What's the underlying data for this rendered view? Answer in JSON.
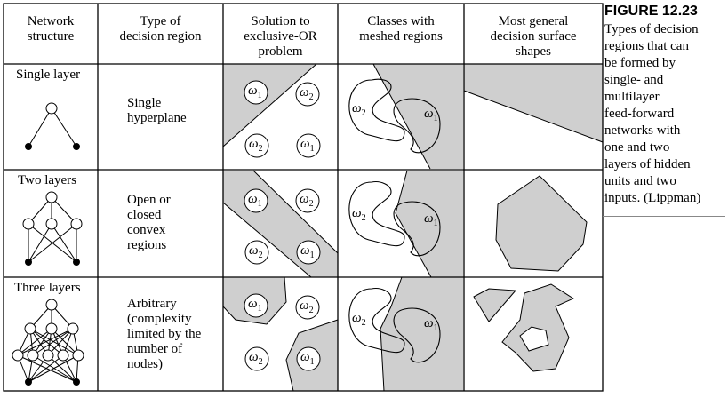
{
  "headers": {
    "network_structure": [
      "Network",
      "structure"
    ],
    "decision_region": [
      "Type of",
      "decision region"
    ],
    "xor": [
      "Solution to",
      "exclusive-OR",
      "problem"
    ],
    "meshed": [
      "Classes with",
      "meshed regions"
    ],
    "general": [
      "Most general",
      "decision surface",
      "shapes"
    ]
  },
  "rows": [
    {
      "label": "Single layer",
      "region_lines": [
        "Single",
        "hyperplane"
      ]
    },
    {
      "label": "Two layers",
      "region_lines": [
        "Open or",
        "closed",
        "convex",
        "regions"
      ]
    },
    {
      "label": "Three layers",
      "region_lines": [
        "Arbitrary",
        "(complexity",
        "limited by the",
        "number of",
        "nodes)"
      ]
    }
  ],
  "class_labels": {
    "w1": "ω",
    "w1_sub": "1",
    "w2": "ω",
    "w2_sub": "2"
  },
  "caption": {
    "title": "FIGURE 12.23",
    "lines": [
      "Types of decision",
      "regions that can",
      "be formed by",
      "single- and",
      "multilayer",
      "feed-forward",
      "networks with",
      "one and two",
      "layers of hidden",
      "units and two",
      "inputs. (Lippman)"
    ]
  },
  "colors": {
    "shade": "#cfcfcf",
    "line": "#000000"
  }
}
